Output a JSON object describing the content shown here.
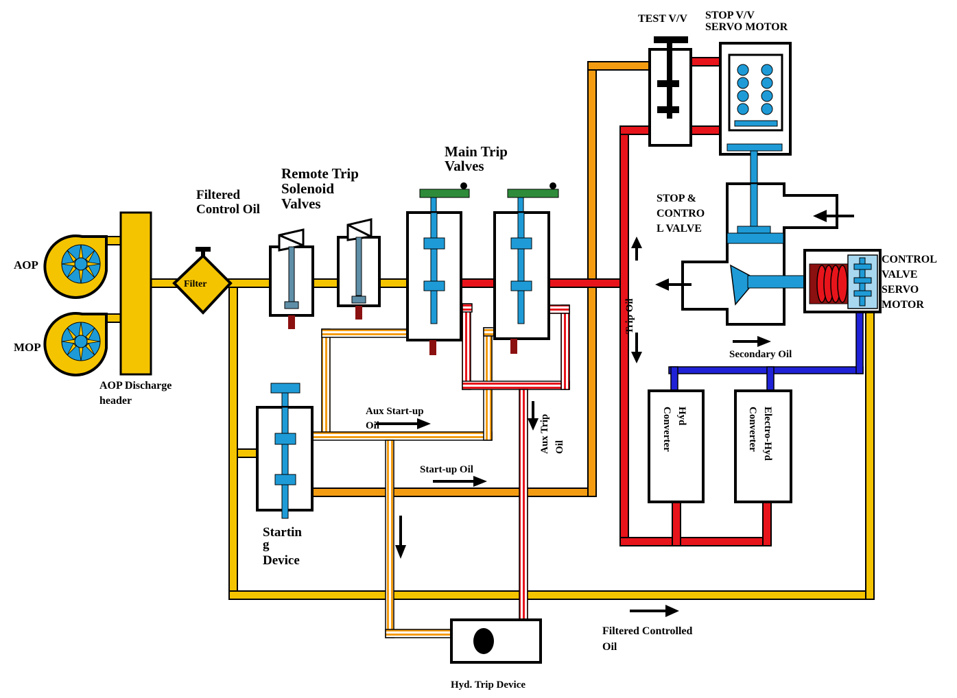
{
  "labels": {
    "aop": "AOP",
    "mop": "MOP",
    "aop_header_1": "AOP Discharge",
    "aop_header_2": "header",
    "filter": "Filter",
    "filtered_control_oil_1": "Filtered",
    "filtered_control_oil_2": "Control Oil",
    "remote_trip_1": "Remote Trip",
    "remote_trip_2": "Solenoid",
    "remote_trip_3": "Valves",
    "main_trip_1": "Main Trip",
    "main_trip_2": "Valves",
    "test_valve": "TEST V/V",
    "stop_servo_1": "STOP V/V",
    "stop_servo_2": "SERVO MOTOR",
    "stop_control_1": "STOP &",
    "stop_control_2": "CONTRO",
    "stop_control_3": "L VALVE",
    "cv_servo_1": "CONTROL",
    "cv_servo_2": "VALVE",
    "cv_servo_3": "SERVO",
    "cv_servo_4": "MOTOR",
    "trip_oil": "Trip Oil",
    "secondary_oil": "Secondary Oil",
    "hyd_converter_1": "Hyd",
    "hyd_converter_2": "Converter",
    "ehyd_converter_1": "Electro-Hyd",
    "ehyd_converter_2": "Converter",
    "aux_startup_1": "Aux Start-up",
    "aux_startup_2": "Oil",
    "aux_trip_1": "Aux Trip",
    "aux_trip_2": "Oil",
    "startup_oil": "Start-up Oil",
    "starting_1": "Startin",
    "starting_2": "g",
    "starting_3": "Device",
    "filtered_controlled_1": "Filtered Controlled",
    "filtered_controlled_2": "Oil",
    "hyd_trip_device": "Hyd. Trip Device"
  },
  "colors": {
    "control_oil": "#F5C400",
    "startup_oil": "#F39C12",
    "trip_oil": "#E8141B",
    "secondary_oil": "#1F22D6",
    "valve_stem": "#1E9BD7",
    "handle": "#2E8B3A",
    "solenoid_plunger": "#5F8FA8",
    "dark_red": "#8B1010",
    "servo_box": "#A8D8F0"
  }
}
